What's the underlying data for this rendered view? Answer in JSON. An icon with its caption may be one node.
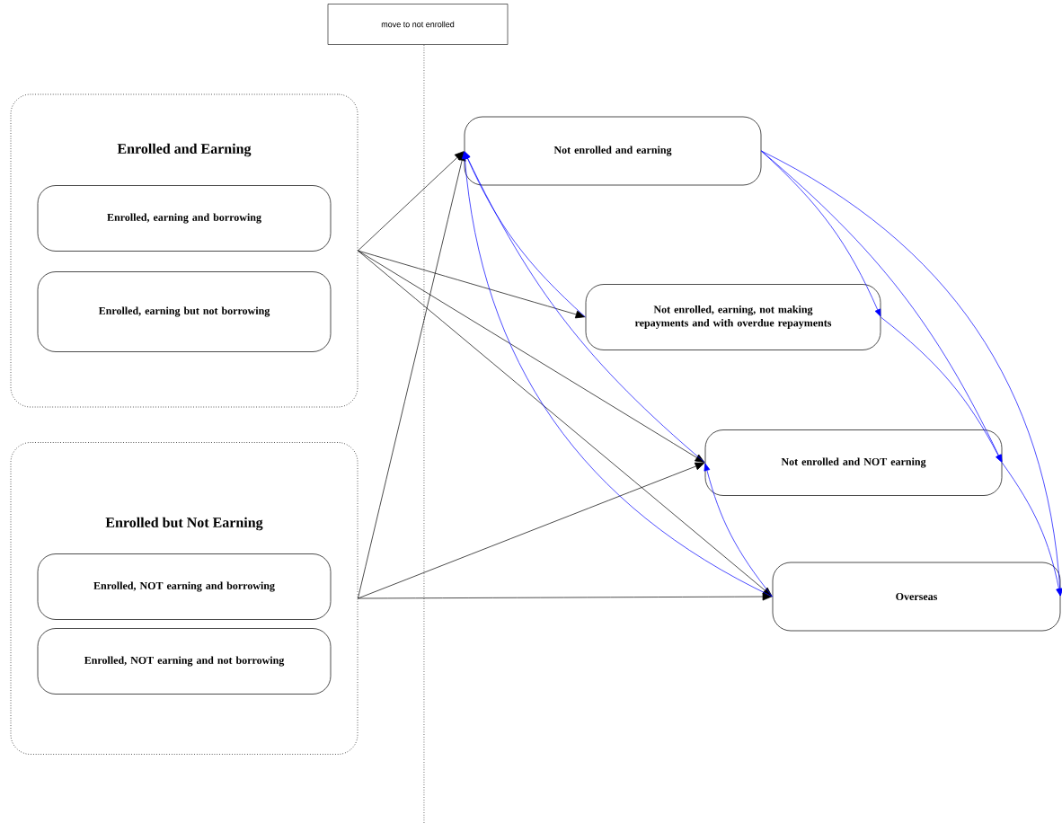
{
  "diagram": {
    "nodes": [
      {
        "text": [
          "move to not enrolled"
        ]
      },
      {
        "text": [
          "Enrolled and Earning"
        ]
      },
      {
        "text": [
          "Enrolled, earning and borrowing"
        ],
        "in": 1
      },
      {
        "text": [
          "Enrolled, earning but not borrowing"
        ],
        "in": 1
      },
      {
        "text": [
          "Enrolled but Not Earning"
        ]
      },
      {
        "text": [
          "Enrolled, NOT earning and borrowing"
        ],
        "in": 4
      },
      {
        "text": [
          "Enrolled, NOT earning and not borrowing"
        ],
        "in": 4
      },
      {
        "text": [
          "Not enrolled and earning"
        ]
      },
      {
        "text": [
          "Not enrolled, earning, not making repayments and with overdue repayments"
        ]
      },
      {
        "text": [
          "Not enrolled and NOT earning"
        ]
      },
      {
        "text": [
          "Overseas"
        ]
      }
    ],
    "edges": [
      {
        "from": 1,
        "to": 7,
        "arrow": "to",
        "color": "#000000"
      },
      {
        "from": 1,
        "to": 8,
        "arrow": "to",
        "color": "#000000"
      },
      {
        "from": 1,
        "to": 9,
        "arrow": "to",
        "color": "#000000"
      },
      {
        "from": 1,
        "to": 10,
        "arrow": "to",
        "color": "#000000"
      },
      {
        "from": 4,
        "to": 7,
        "arrow": "to",
        "color": "#000000"
      },
      {
        "from": 4,
        "to": 9,
        "arrow": "to",
        "color": "#000000"
      },
      {
        "from": 4,
        "to": 10,
        "arrow": "to",
        "color": "#000000"
      },
      {
        "from": 8,
        "to": 7,
        "arrow": "to",
        "color": "#0000ff"
      },
      {
        "from": 9,
        "to": 7,
        "arrow": "to",
        "color": "#0000ff"
      },
      {
        "from": 10,
        "to": 7,
        "arrow": "to",
        "color": "#0000ff"
      },
      {
        "from": 10,
        "to": 9,
        "arrow": "to",
        "color": "#0000ff"
      },
      {
        "from": 7,
        "to": 8,
        "arrow": "to",
        "color": "#0000ff"
      },
      {
        "from": 7,
        "to": 9,
        "arrow": "to",
        "color": "#0000ff"
      },
      {
        "from": 7,
        "to": 10,
        "arrow": "to",
        "color": "#0000ff"
      },
      {
        "from": 8,
        "to": 9,
        "arrow": "to",
        "color": "#0000ff"
      },
      {
        "from": 9,
        "to": 10,
        "arrow": "to",
        "color": "#0000ff"
      }
    ]
  }
}
